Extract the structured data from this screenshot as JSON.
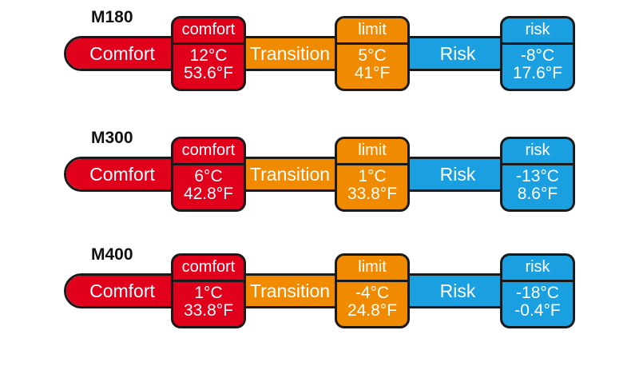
{
  "rows": [
    {
      "model": "M180",
      "comfort_label": "Comfort",
      "transition_label": "Transition",
      "risk_label": "Risk",
      "comfort_tab": {
        "title": "comfort",
        "celsius": "12°C",
        "fahrenheit": "53.6°F"
      },
      "limit_tab": {
        "title": "limit",
        "celsius": "5°C",
        "fahrenheit": "41°F"
      },
      "risk_tab": {
        "title": "risk",
        "celsius": "-8°C",
        "fahrenheit": "17.6°F"
      }
    },
    {
      "model": "M300",
      "comfort_label": "Comfort",
      "transition_label": "Transition",
      "risk_label": "Risk",
      "comfort_tab": {
        "title": "comfort",
        "celsius": "6°C",
        "fahrenheit": "42.8°F"
      },
      "limit_tab": {
        "title": "limit",
        "celsius": "1°C",
        "fahrenheit": "33.8°F"
      },
      "risk_tab": {
        "title": "risk",
        "celsius": "-13°C",
        "fahrenheit": "8.6°F"
      }
    },
    {
      "model": "M400",
      "comfort_label": "Comfort",
      "transition_label": "Transition",
      "risk_label": "Risk",
      "comfort_tab": {
        "title": "comfort",
        "celsius": "1°C",
        "fahrenheit": "33.8°F"
      },
      "limit_tab": {
        "title": "limit",
        "celsius": "-4°C",
        "fahrenheit": "24.8°F"
      },
      "risk_tab": {
        "title": "risk",
        "celsius": "-18°C",
        "fahrenheit": "-0.4°F"
      }
    }
  ],
  "colors": {
    "comfort": "#e0001b",
    "transition": "#f08a00",
    "risk": "#1aa0e0",
    "outline": "#1a1a1a"
  }
}
